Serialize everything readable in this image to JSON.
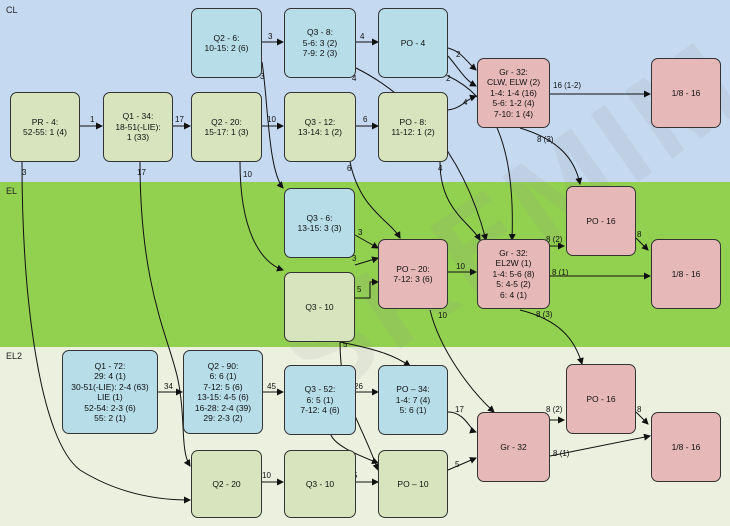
{
  "bands": {
    "cl": "CL",
    "el": "EL",
    "el2": "EL2"
  },
  "watermark": "SKEMIM",
  "nodes": {
    "pr4": [
      "PR - 4:",
      "52-55: 1 (4)"
    ],
    "q1_34": [
      "Q1 - 34:",
      "18-51(-LIE):",
      "1 (33)"
    ],
    "q2_20a": [
      "Q2 - 20:",
      "15-17: 1 (3)"
    ],
    "q2_6": [
      "Q2 - 6:",
      "10-15: 2 (6)"
    ],
    "q3_8": [
      "Q3 - 8:",
      "5-6: 3 (2)",
      "7-9: 2 (3)"
    ],
    "po4": [
      "PO - 4"
    ],
    "q3_12": [
      "Q3 - 12:",
      "13-14: 1 (2)"
    ],
    "po8": [
      "PO - 8:",
      "11-12: 1 (2)"
    ],
    "gr32a": [
      "Gr - 32:",
      "CLW, ELW (2)",
      "1-4: 1-4 (16)",
      "5-6: 1-2 (4)",
      "7-10: 1 (4)"
    ],
    "r18_1": [
      "1/8 - 16"
    ],
    "q3_6": [
      "Q3 - 6:",
      "13-15: 3 (3)"
    ],
    "q3_10a": [
      "Q3 - 10"
    ],
    "po20": [
      "PO – 20:",
      "7-12: 3 (6)"
    ],
    "gr32b": [
      "Gr - 32:",
      "EL2W (1)",
      "1-4: 5-6 (8)",
      "5: 4-5 (2)",
      "6: 4 (1)"
    ],
    "po16a": [
      "PO - 16"
    ],
    "r18_2": [
      "1/8 - 16"
    ],
    "q1_72": [
      "Q1 - 72:",
      "29: 4 (1)",
      "30-51(-LIE): 2-4 (63)",
      "LIE (1)",
      "52-54: 2-3 (6)",
      "55: 2 (1)"
    ],
    "q2_90": [
      "Q2 - 90:",
      "6: 6 (1)",
      "7-12: 5 (6)",
      "13-15: 4-5 (6)",
      "16-28: 2-4 (39)",
      "29: 2-3 (2)"
    ],
    "q3_52": [
      "Q3 - 52:",
      "6: 5 (1)",
      "7-12: 4 (6)"
    ],
    "po34": [
      "PO – 34:",
      "1-4: 7 (4)",
      "5: 6 (1)"
    ],
    "po16b": [
      "PO - 16"
    ],
    "gr32c": [
      "Gr - 32"
    ],
    "r18_3": [
      "1/8 - 16"
    ],
    "q2_20b": [
      "Q2 - 20"
    ],
    "q3_10b": [
      "Q3 - 10"
    ],
    "po10": [
      "PO – 10"
    ]
  },
  "edge_labels": {
    "pr4_q1": "1",
    "pr4_down": "3",
    "q1_q2": "17",
    "q1_down": "17",
    "q2_q3_12": "10",
    "q2_down": "10",
    "q2_6_q3_8": "3",
    "q2_6_down": "3",
    "q3_8_po4": "4",
    "q3_8_down": "4",
    "po4_gr_a": "2",
    "po4_gr_b": "2",
    "q3_12_po8": "6",
    "q3_12_down": "6",
    "po8_gr": "4",
    "po8_down": "4",
    "gr_a_r18": "16 (1-2)",
    "gr_a_po16": "8 (3)",
    "q3_6_po20": "3",
    "q3_10_po20a": "3",
    "q3_10_po20b": "5",
    "po20_gr_b": "10",
    "po20_down": "10",
    "gr_b_po16": "8 (2)",
    "gr_b_r18": "8 (1)",
    "po16_r18": "8",
    "gr_b_down": "8 (3)",
    "q1_72_q2_90": "34",
    "q2_90_q3_52": "45",
    "q3_52_po34": "26",
    "q3_52_down": "5",
    "po34_gr_c": "17",
    "gr_c_po16": "8 (2)",
    "gr_c_r18": "8 (1)",
    "po16b_r18": "8",
    "q2_20_q3_10": "10",
    "q3_10_po10": "5",
    "po10_gr_c": "5"
  },
  "colors": {
    "cl_band": "#c5d9f1",
    "el_band": "#92d050",
    "el2_band": "#ebf1de",
    "green_node": "#d7e4bd",
    "blue_node": "#b7dde8",
    "red_node": "#e6b9b8"
  }
}
